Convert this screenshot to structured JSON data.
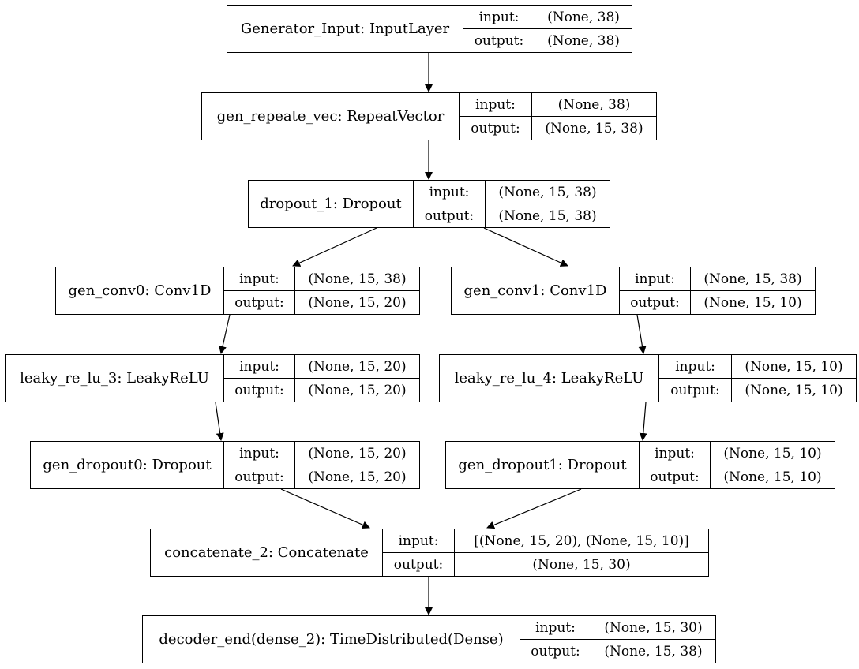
{
  "labels": {
    "input": "input:",
    "output": "output:"
  },
  "nodes": [
    {
      "id": "gen_input",
      "name": "Generator_Input: InputLayer",
      "input": "(None, 38)",
      "output": "(None, 38)"
    },
    {
      "id": "repeat_vec",
      "name": "gen_repeate_vec: RepeatVector",
      "input": "(None, 38)",
      "output": "(None, 15, 38)"
    },
    {
      "id": "dropout_1",
      "name": "dropout_1: Dropout",
      "input": "(None, 15, 38)",
      "output": "(None, 15, 38)"
    },
    {
      "id": "gen_conv0",
      "name": "gen_conv0: Conv1D",
      "input": "(None, 15, 38)",
      "output": "(None, 15, 20)"
    },
    {
      "id": "gen_conv1",
      "name": "gen_conv1: Conv1D",
      "input": "(None, 15, 38)",
      "output": "(None, 15, 10)"
    },
    {
      "id": "leaky_3",
      "name": "leaky_re_lu_3: LeakyReLU",
      "input": "(None, 15, 20)",
      "output": "(None, 15, 20)"
    },
    {
      "id": "leaky_4",
      "name": "leaky_re_lu_4: LeakyReLU",
      "input": "(None, 15, 10)",
      "output": "(None, 15, 10)"
    },
    {
      "id": "gen_dropout0",
      "name": "gen_dropout0: Dropout",
      "input": "(None, 15, 20)",
      "output": "(None, 15, 20)"
    },
    {
      "id": "gen_dropout1",
      "name": "gen_dropout1: Dropout",
      "input": "(None, 15, 10)",
      "output": "(None, 15, 10)"
    },
    {
      "id": "concat_2",
      "name": "concatenate_2: Concatenate",
      "input": "[(None, 15, 20), (None, 15, 10)]",
      "output": "(None, 15, 30)"
    },
    {
      "id": "decoder_end",
      "name": "decoder_end(dense_2): TimeDistributed(Dense)",
      "input": "(None, 15, 30)",
      "output": "(None, 15, 38)"
    }
  ],
  "edges": [
    [
      "gen_input",
      "repeat_vec"
    ],
    [
      "repeat_vec",
      "dropout_1"
    ],
    [
      "dropout_1",
      "gen_conv0"
    ],
    [
      "dropout_1",
      "gen_conv1"
    ],
    [
      "gen_conv0",
      "leaky_3"
    ],
    [
      "gen_conv1",
      "leaky_4"
    ],
    [
      "leaky_3",
      "gen_dropout0"
    ],
    [
      "leaky_4",
      "gen_dropout1"
    ],
    [
      "gen_dropout0",
      "concat_2"
    ],
    [
      "gen_dropout1",
      "concat_2"
    ],
    [
      "concat_2",
      "decoder_end"
    ]
  ]
}
